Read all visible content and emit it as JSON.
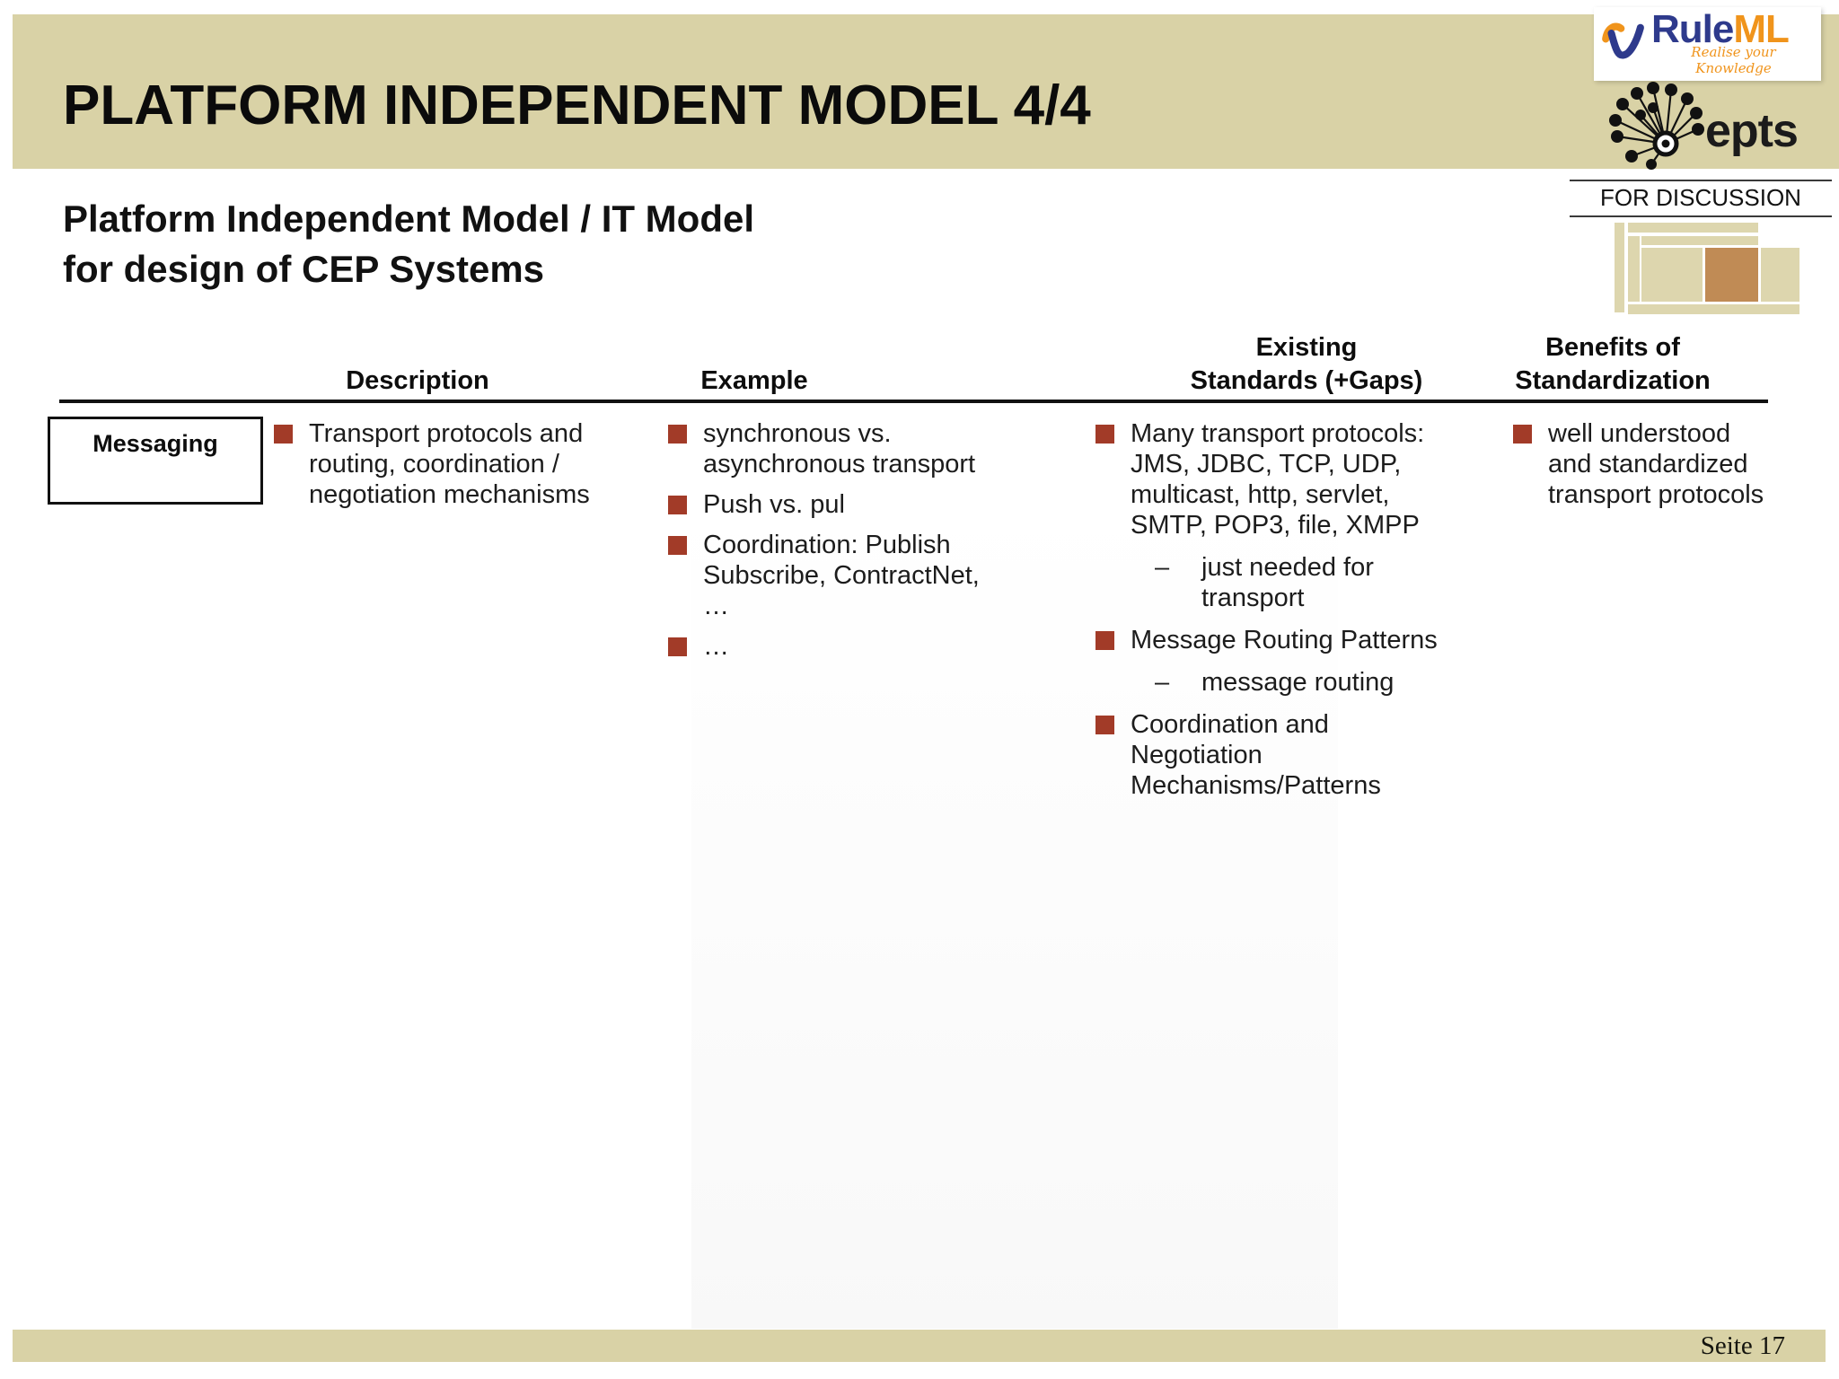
{
  "header": {
    "title": "PLATFORM INDEPENDENT MODEL 4/4",
    "subtitle": "Platform Independent Model / IT Model\nfor design of CEP Systems"
  },
  "stamp": {
    "label": "FOR DISCUSSION"
  },
  "logos": {
    "ruleml": {
      "part1": "Rule",
      "part2": "ML",
      "tagline": "Realise your Knowledge"
    },
    "epts": {
      "label": "epts"
    }
  },
  "table": {
    "row_label": "Messaging",
    "headers": [
      "Description",
      "Example",
      "Existing\nStandards (+Gaps)",
      "Benefits of\nStandardization"
    ],
    "columns": [
      {
        "id": "description",
        "items": [
          {
            "bullet": "square",
            "text": "Transport protocols and\nrouting, coordination /\nnegotiation mechanisms"
          }
        ]
      },
      {
        "id": "example",
        "items": [
          {
            "bullet": "square",
            "text": "synchronous vs.\nasynchronous transport"
          },
          {
            "bullet": "square",
            "text": "Push vs. pul"
          },
          {
            "bullet": "square",
            "text": "Coordination: Publish\nSubscribe, ContractNet,\n…"
          },
          {
            "bullet": "square",
            "text": "…"
          }
        ]
      },
      {
        "id": "standards",
        "items": [
          {
            "bullet": "square",
            "text": "Many transport protocols:\nJMS, JDBC, TCP, UDP,\nmulticast, http, servlet,\nSMTP, POP3, file, XMPP"
          },
          {
            "bullet": "dash",
            "text": "just needed for\ntransport"
          },
          {
            "bullet": "square",
            "text": "Message Routing Patterns"
          },
          {
            "bullet": "dash",
            "text": "message routing"
          },
          {
            "bullet": "square",
            "text": "Coordination and\nNegotiation\nMechanisms/Patterns"
          }
        ]
      },
      {
        "id": "benefits",
        "items": [
          {
            "bullet": "square",
            "text": "well understood\nand standardized\ntransport protocols"
          }
        ]
      }
    ]
  },
  "footer": {
    "page_label": "Seite 17"
  },
  "colors": {
    "band": "#d9d2a6",
    "bullet": "#a23b28",
    "ruleml_navy": "#2e3a8c",
    "ruleml_orange": "#f0941c",
    "diagram_tan": "#ddd6ae",
    "diagram_highlight": "#c08b55"
  }
}
